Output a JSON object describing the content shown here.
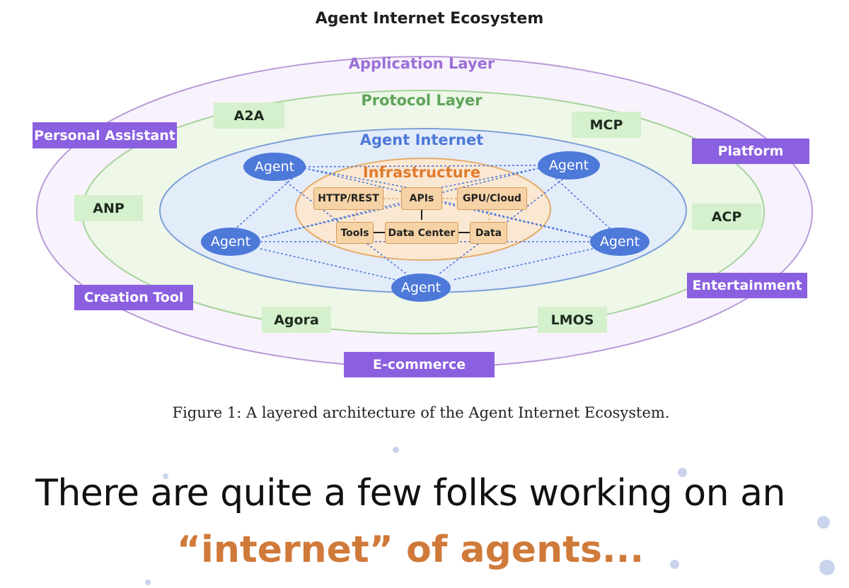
{
  "diagram": {
    "title": "Agent Internet Ecosystem",
    "layers": {
      "application": "Application Layer",
      "protocol": "Protocol Layer",
      "agent_internet": "Agent Internet",
      "infrastructure": "Infrastructure"
    },
    "applications": [
      "Personal Assistant",
      "Platform",
      "Creation Tool",
      "Entertainment",
      "E-commerce"
    ],
    "protocols": [
      "A2A",
      "MCP",
      "ANP",
      "ACP",
      "Agora",
      "LMOS"
    ],
    "agent_label": "Agent",
    "infrastructure_items": [
      "HTTP/REST",
      "APIs",
      "GPU/Cloud",
      "Tools",
      "Data Center",
      "Data"
    ],
    "colors": {
      "application_accent": "#8a5fe0",
      "protocol_accent": "#5fa35a",
      "agent_accent": "#4d79d9",
      "infrastructure_accent": "#e07b2e"
    }
  },
  "caption": "Figure 1: A layered architecture of the Agent Internet Ecosystem.",
  "headline": {
    "line1": "There are quite a few folks working on an",
    "line2": "“internet” of agents..."
  }
}
